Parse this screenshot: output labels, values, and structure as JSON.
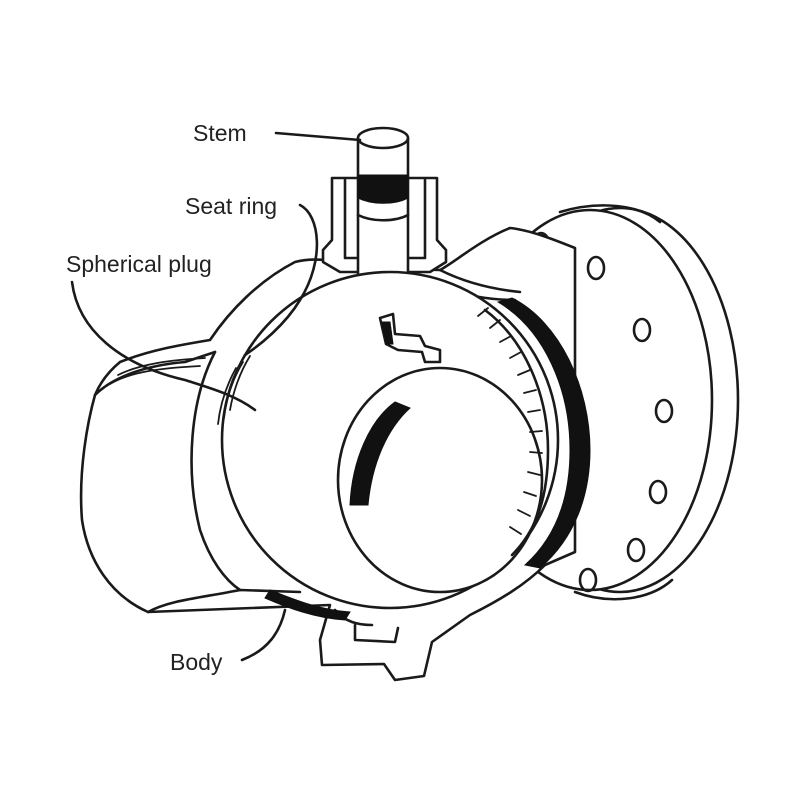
{
  "labels": {
    "stem": "Stem",
    "seat_ring": "Seat ring",
    "spherical_plug": "Spherical plug",
    "body": "Body"
  },
  "colors": {
    "line": "#1a1a1a",
    "fill_dark": "#111111",
    "background": "#ffffff"
  }
}
